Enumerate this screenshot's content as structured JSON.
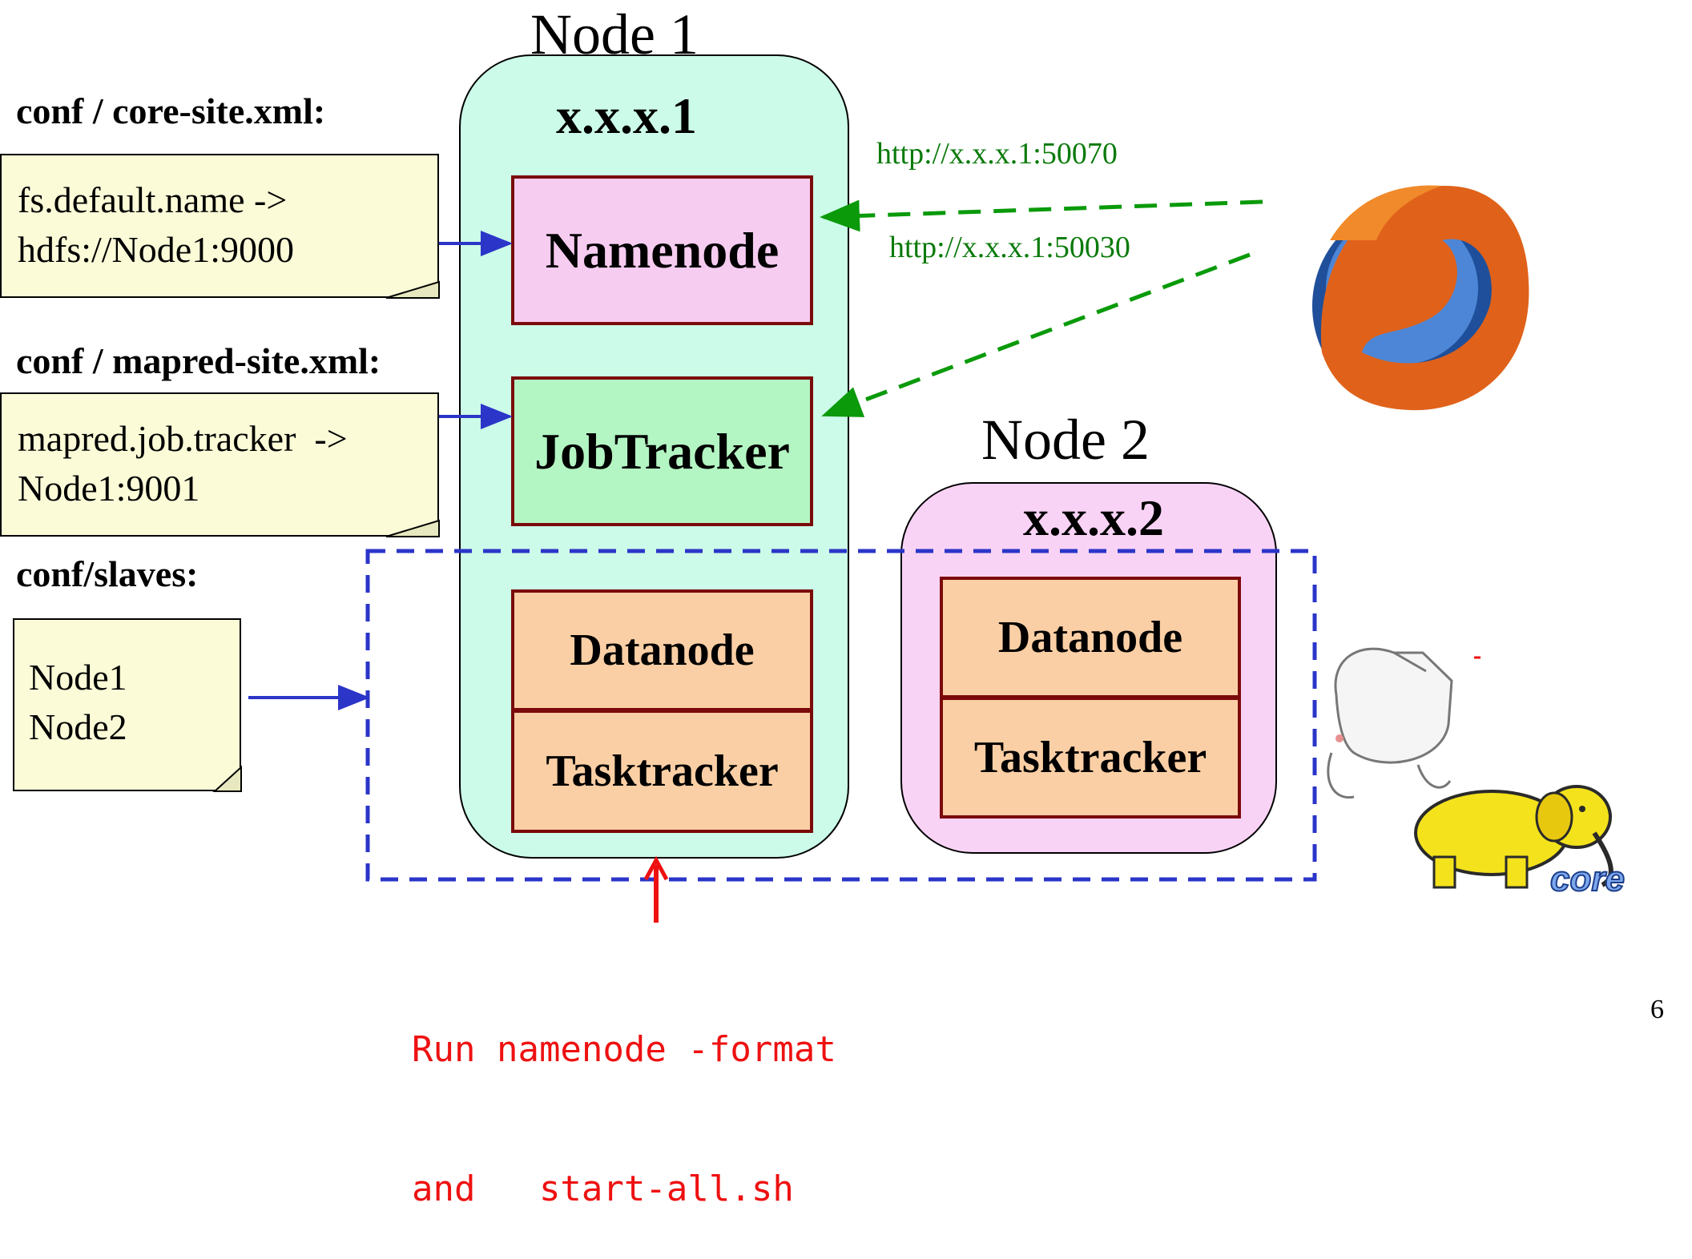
{
  "node1": {
    "title": "Node 1",
    "ip": "x.x.x.1",
    "namenode": "Namenode",
    "jobtracker": "JobTracker",
    "datanode": "Datanode",
    "tasktracker": "Tasktracker"
  },
  "node2": {
    "title": "Node 2",
    "ip": "x.x.x.2",
    "datanode": "Datanode",
    "tasktracker": "Tasktracker"
  },
  "conf": {
    "core": {
      "label": "conf / core-site.xml:",
      "line1": "fs.default.name ->",
      "line2": "hdfs://Node1:9000"
    },
    "mapred": {
      "label": "conf / mapred-site.xml:",
      "line1": "mapred.job.tracker  ->",
      "line2": "Node1:9001"
    },
    "slaves": {
      "label": "conf/slaves:",
      "line1": "Node1",
      "line2": "Node2"
    }
  },
  "urls": {
    "namenode_url": "http://x.x.x.1:50070",
    "jobtracker_url": "http://x.x.x.1:50030"
  },
  "command": {
    "line1": "Run namenode -format",
    "line2": "and   start-all.sh"
  },
  "logo_text": "core",
  "page_number": "6",
  "colors": {
    "node1_fill": "#ccfbe9",
    "node2_fill": "#f9d3f5",
    "namenode_fill": "#f7ccf1",
    "jobtracker_fill": "#b3f5c3",
    "worker_fill": "#fbcfa5",
    "service_border": "#7b0a0a",
    "note_fill": "#fbfbd8",
    "blue_arrow": "#2b35c8",
    "green_arrow": "#0a9a0a",
    "red_arrow": "#ee1111"
  },
  "icons": [
    "firefox-logo-icon",
    "hadoop-elephant-logo-icon",
    "cat-mascot-icon"
  ]
}
